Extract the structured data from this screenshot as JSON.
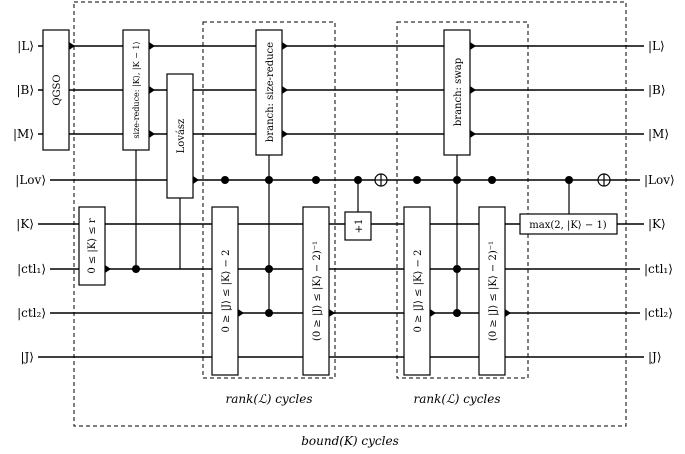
{
  "wires": [
    {
      "key": "L",
      "label": "|L⟩"
    },
    {
      "key": "B",
      "label": "|B⟩"
    },
    {
      "key": "M",
      "label": "|M⟩"
    },
    {
      "key": "Lov",
      "label": "|Lov⟩"
    },
    {
      "key": "K",
      "label": "|K⟩"
    },
    {
      "key": "ctl1",
      "label": "|ctl₁⟩"
    },
    {
      "key": "ctl2",
      "label": "|ctl₂⟩"
    },
    {
      "key": "J",
      "label": "|J⟩"
    }
  ],
  "gates": {
    "qgso": "QGSO",
    "range_k": "0 ≤ |K⟩ ≤ r",
    "size_reduce": "size-reduce: |K⟩, |K − 1⟩",
    "lovasz": "Lovász",
    "loop1_forward": "0 ≥ |J⟩ ≤ |K⟩ − 2",
    "branch_size_reduce": "branch: size-reduce",
    "loop1_inverse": "(0 ≥ |J⟩ ≤ |K⟩ − 2)⁻¹",
    "increment": "+1",
    "loop2_forward": "0 ≥ |J⟩ ≤ |K⟩ − 2",
    "branch_swap": "branch: swap",
    "loop2_inverse": "(0 ≥ |J⟩ ≤ |K⟩ − 2)⁻¹",
    "max_gate": "max(2, |K⟩ − 1)"
  },
  "captions": {
    "rank_cycles_1": "rank(ℒ) cycles",
    "rank_cycles_2": "rank(ℒ) cycles",
    "bound_cycles": "bound(K) cycles"
  }
}
